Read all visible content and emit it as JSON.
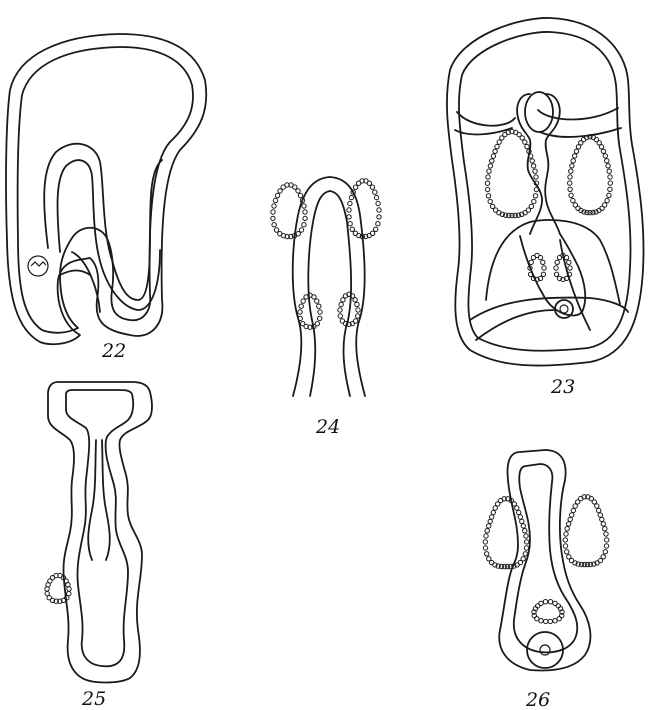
{
  "figures": [
    {
      "id": "fig-22",
      "label": "22"
    },
    {
      "id": "fig-23",
      "label": "23"
    },
    {
      "id": "fig-24",
      "label": "24"
    },
    {
      "id": "fig-25",
      "label": "25"
    },
    {
      "id": "fig-26",
      "label": "26"
    }
  ]
}
